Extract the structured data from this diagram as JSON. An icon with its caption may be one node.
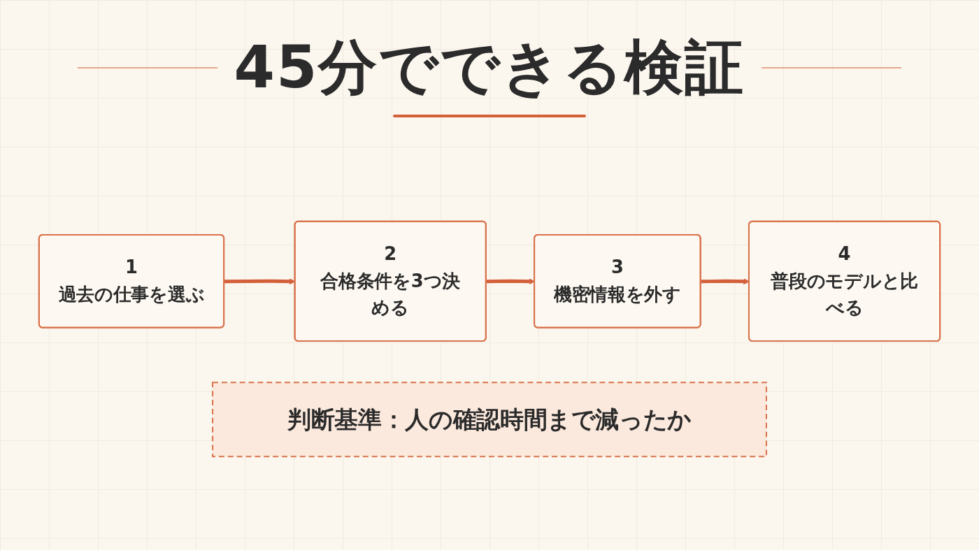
{
  "diagram": {
    "title": "45分でできる検証",
    "nodes": [
      {
        "text": [
          "1",
          "過去の仕事を選ぶ"
        ]
      },
      {
        "text": [
          "2",
          "合格条件を3つ決める"
        ]
      },
      {
        "text": [
          "3",
          "機密情報を外す"
        ]
      },
      {
        "text": [
          "4",
          "普段のモデルと比べる"
        ]
      },
      {
        "text": [
          "判断基準：人の確認時間まで減ったか"
        ]
      }
    ],
    "edges": [
      {
        "from": 0,
        "to": 1,
        "arrow": "to"
      },
      {
        "from": 1,
        "to": 2,
        "arrow": "to"
      },
      {
        "from": 2,
        "to": 3,
        "arrow": "to"
      }
    ]
  }
}
